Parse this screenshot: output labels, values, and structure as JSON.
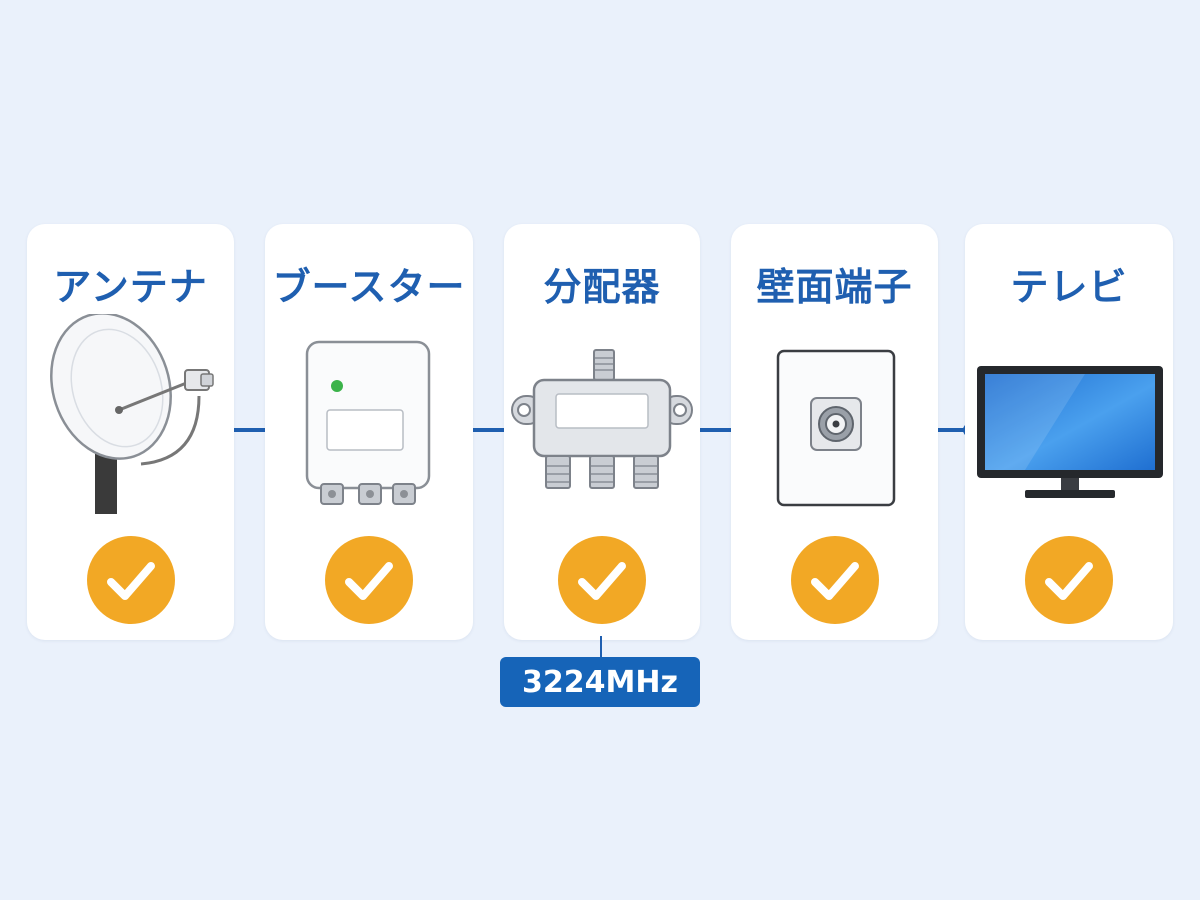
{
  "chain": [
    {
      "label": "アンテナ",
      "icon": "satellite-dish-icon",
      "status": "check"
    },
    {
      "label": "ブースター",
      "icon": "booster-amplifier-icon",
      "status": "check"
    },
    {
      "label": "分配器",
      "icon": "splitter-icon",
      "status": "check"
    },
    {
      "label": "壁面端子",
      "icon": "wall-outlet-icon",
      "status": "check"
    },
    {
      "label": "テレビ",
      "icon": "television-icon",
      "status": "check"
    }
  ],
  "frequency_badge": {
    "text": "3224MHz"
  },
  "colors": {
    "title": "#1f5fb0",
    "connector": "#1f5fb0",
    "check": "#f2a825",
    "background": "#eaf1fb",
    "badge": "#1664b8"
  }
}
